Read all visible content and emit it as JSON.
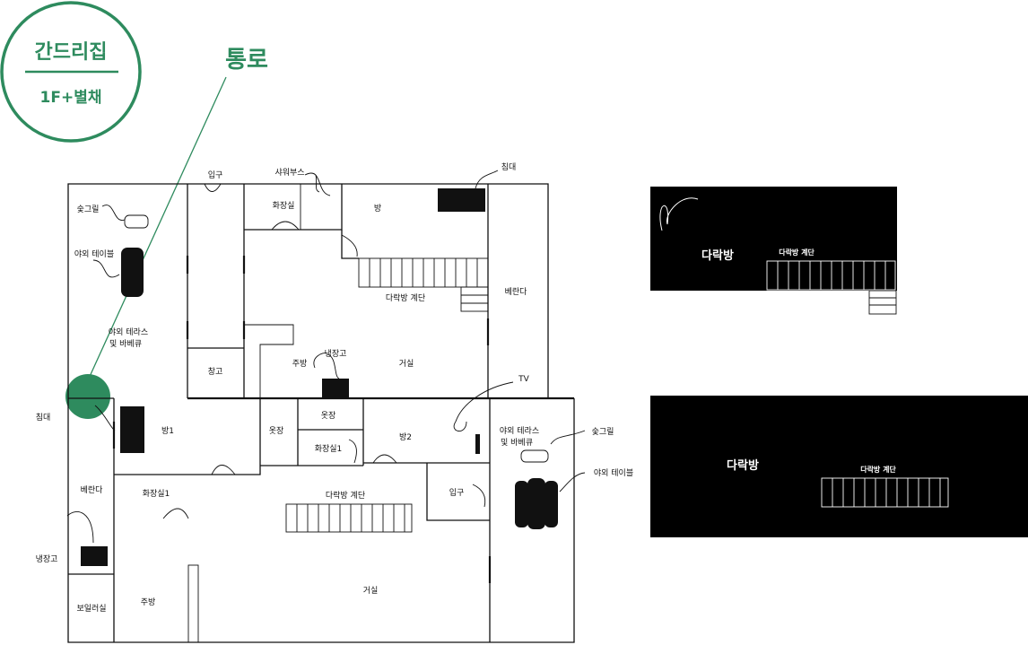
{
  "badge": {
    "name": "간드리집",
    "floor": "1F+별채",
    "color": "#2e8b5e"
  },
  "passage": {
    "label": "통로",
    "color": "#2e8b5e"
  },
  "labels": {
    "bbq_grill_left": "숯그릴",
    "outdoor_table_left": "야외 테이블",
    "terrace_left_1": "야외 테라스",
    "terrace_left_2": "및 바베큐",
    "bed_outside": "침대",
    "veranda_left": "베란다",
    "fridge_outside": "냉장고",
    "boiler_room": "보일러실",
    "entrance_top": "입구",
    "shower_booth": "샤워부스",
    "restroom_top": "화장실",
    "room_top": "방",
    "bed_top": "침대",
    "attic_stairs_top": "다락방 계단",
    "veranda_right": "베란다",
    "storage": "창고",
    "kitchen_top": "주방",
    "fridge_top": "냉장고",
    "living_top": "거실",
    "tv": "TV",
    "room1": "방1",
    "closet_v": "옷장",
    "closet_h": "옷장",
    "restroom_mid": "화장실1",
    "room2": "방2",
    "terrace_right_1": "야외 테라스",
    "terrace_right_2": "및 바베큐",
    "bbq_grill_right": "숯그릴",
    "outdoor_table_right": "야외 테이블",
    "restroom1": "화장실1",
    "attic_stairs_bottom": "다락방 계단",
    "entrance_right": "입구",
    "kitchen_bottom": "주방",
    "living_bottom": "거실"
  },
  "attic_top": {
    "title": "다락방",
    "stairs": "다락방 계단"
  },
  "attic_bottom": {
    "title": "다락방",
    "stairs": "다락방 계단"
  }
}
